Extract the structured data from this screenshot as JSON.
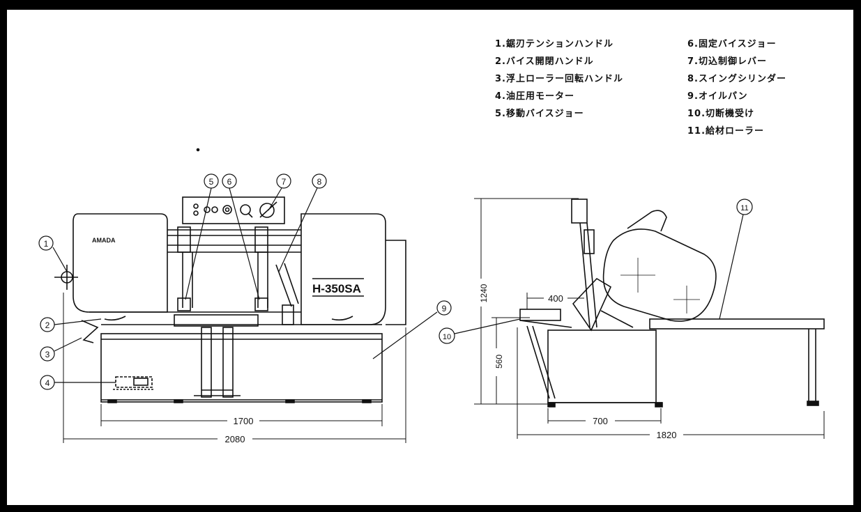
{
  "legend": [
    "1.鋸刃テンションハンドル",
    "2.バイス開閉ハンドル",
    "3.浮上ローラー回転ハンドル",
    "4.油圧用モーター",
    "5.移動バイスジョー",
    "6.固定バイスジョー",
    "7.切込制御レバー",
    "8.スイングシリンダー",
    "9.オイルパン",
    "10.切断機受け",
    "11.給材ローラー"
  ],
  "callouts": [
    "1",
    "2",
    "3",
    "4",
    "5",
    "6",
    "7",
    "8",
    "9",
    "10",
    "11"
  ],
  "brand": "AMADA",
  "model": "H-350SA",
  "dimensions": {
    "front_base_width": "1700",
    "front_total_width": "2080",
    "side_total_height": "1240",
    "side_table_height": "560",
    "side_offset": "400",
    "side_base_width": "700",
    "side_total_width": "1820"
  },
  "colors": {
    "ink": "#111111",
    "paper": "#ffffff",
    "border": "#000000"
  }
}
